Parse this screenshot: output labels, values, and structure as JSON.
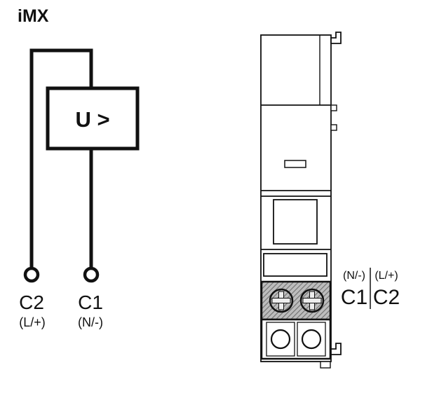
{
  "title": "iMX",
  "palette": {
    "ink": "#111111",
    "background": "#ffffff",
    "hatch_gray": "#bdbdbd"
  },
  "circuit": {
    "relay_label": "U >",
    "terminal_c2": {
      "id": "C2",
      "polarity": "(L/+)"
    },
    "terminal_c1": {
      "id": "C1",
      "polarity": "(N/-)"
    }
  },
  "device": {
    "left_terminal": {
      "polarity": "(N/-)",
      "id": "C1"
    },
    "right_terminal": {
      "polarity": "(L/+)",
      "id": "C2"
    }
  }
}
